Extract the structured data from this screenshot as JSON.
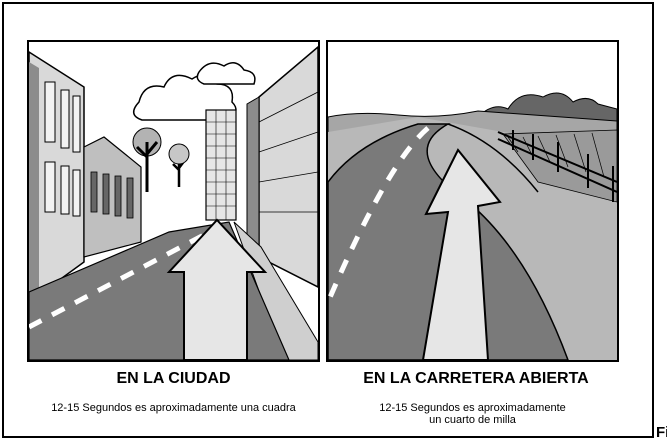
{
  "panels": [
    {
      "heading": "EN LA CIUDAD",
      "caption": "12-15 Segundos es aproximadamente una cuadra",
      "scene": "city-street-illustration"
    },
    {
      "heading": "EN LA CARRETERA ABIERTA",
      "caption_line1": "12-15 Segundos es aproximadamente",
      "caption_line2": "un cuarto de milla",
      "scene": "open-highway-illustration"
    }
  ],
  "corner_text": "Fi",
  "colors": {
    "ink": "#000000",
    "road": "#7a7a7a",
    "sky": "#ffffff",
    "arrow": "#e6e6e6"
  }
}
